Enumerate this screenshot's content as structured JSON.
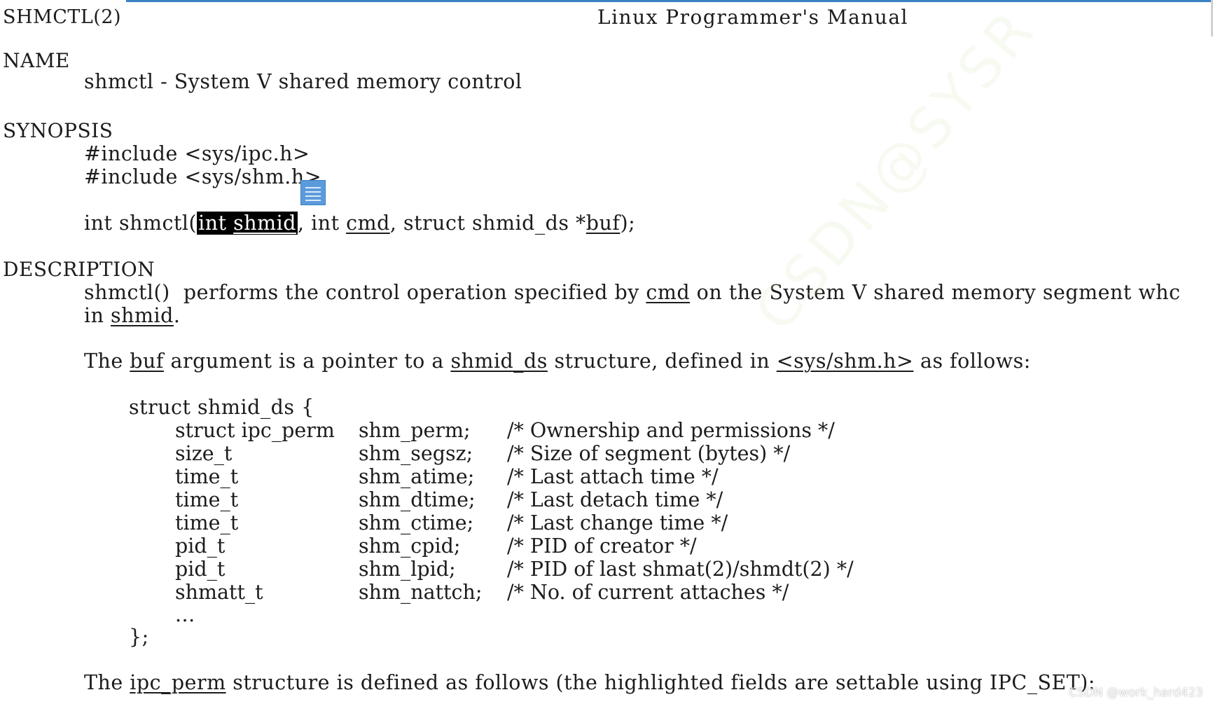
{
  "header": {
    "left": "SHMCTL(2)",
    "center": "Linux Programmer's Manual"
  },
  "name_section": {
    "heading": "NAME",
    "text": "shmctl - System V shared memory control"
  },
  "synopsis": {
    "heading": "SYNOPSIS",
    "include1": "#include <sys/ipc.h>",
    "include2": "#include <sys/shm.h>",
    "proto_prefix": "int shmctl(",
    "proto_selected_type": "int ",
    "proto_selected_name": "shmid",
    "proto_sep1": ", int ",
    "proto_cmd": "cmd",
    "proto_sep2": ", struct shmid_ds *",
    "proto_buf": "buf",
    "proto_suffix": ");"
  },
  "description": {
    "heading": "DESCRIPTION",
    "p1_func": "shmctl()",
    "p1_text": "  performs the control operation specified by ",
    "p1_cmd": "cmd",
    "p1_text2": " on the System V shared memory segment whc",
    "p1_line2_prefix": "in ",
    "p1_line2_shmid": "shmid",
    "p1_line2_suffix": ".",
    "p2_prefix": "The ",
    "p2_buf": "buf",
    "p2_mid": " argument is a pointer to a ",
    "p2_shmid_ds": "shmid_ds",
    "p2_mid2": " structure, defined in ",
    "p2_header": "<sys/shm.h>",
    "p2_suffix": " as follows:",
    "struct_open": "struct shmid_ds {",
    "fields": [
      {
        "type": "struct ipc_perm",
        "name": "shm_perm;",
        "comment": "/* Ownership and permissions */"
      },
      {
        "type": "size_t",
        "name": "shm_segsz;",
        "comment": "/* Size of segment (bytes) */"
      },
      {
        "type": "time_t",
        "name": "shm_atime;",
        "comment": "/* Last attach time */"
      },
      {
        "type": "time_t",
        "name": "shm_dtime;",
        "comment": "/* Last detach time */"
      },
      {
        "type": "time_t",
        "name": "shm_ctime;",
        "comment": "/* Last change time */"
      },
      {
        "type": "pid_t",
        "name": "shm_cpid;",
        "comment": "/* PID of creator */"
      },
      {
        "type": "pid_t",
        "name": "shm_lpid;",
        "comment": "/* PID of last shmat(2)/shmdt(2) */"
      },
      {
        "type": "shmatt_t",
        "name": "shm_nattch;",
        "comment": "/* No. of current attaches */"
      }
    ],
    "ellipsis": "...",
    "struct_close": "};",
    "p3_prefix": "The ",
    "p3_ipc_perm": "ipc_perm",
    "p3_mid": " structure is defined as follows (the highlighted fields are settable using ",
    "p3_ipc_set": "IPC_SET",
    "p3_suffix": "):"
  },
  "watermark": "CSDN@SYSR",
  "credit": "CSDN @work_hard423",
  "colors": {
    "accent": "#3b82c4",
    "selection_bg": "#000000",
    "icon": "#5b9bdc"
  },
  "icons": {
    "overlay": "document-lines-icon"
  }
}
